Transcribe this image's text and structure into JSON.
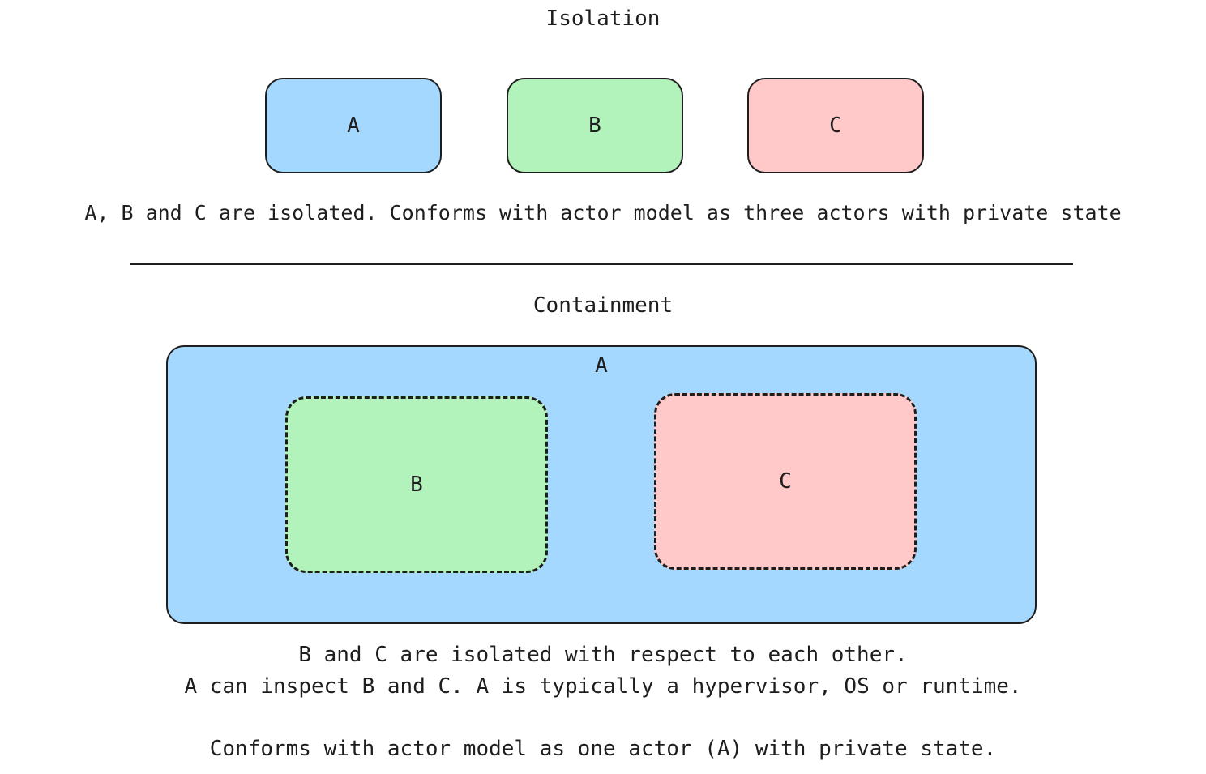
{
  "isolation": {
    "title": "Isolation",
    "boxes": [
      {
        "label": "A",
        "color": "#a5d8ff"
      },
      {
        "label": "B",
        "color": "#b2f2bb"
      },
      {
        "label": "C",
        "color": "#ffc9c9"
      }
    ],
    "caption": "A, B and C are isolated. Conforms with actor model as three actors with private state"
  },
  "containment": {
    "title": "Containment",
    "outer_label": "A",
    "inner_boxes": [
      {
        "label": "B",
        "color": "#b2f2bb"
      },
      {
        "label": "C",
        "color": "#ffc9c9"
      }
    ],
    "caption_lines": [
      "B and C are isolated with respect to each other.",
      "A can inspect B and C. A is typically a hypervisor, OS or runtime.",
      "Conforms with actor model as one actor (A) with private state."
    ]
  }
}
